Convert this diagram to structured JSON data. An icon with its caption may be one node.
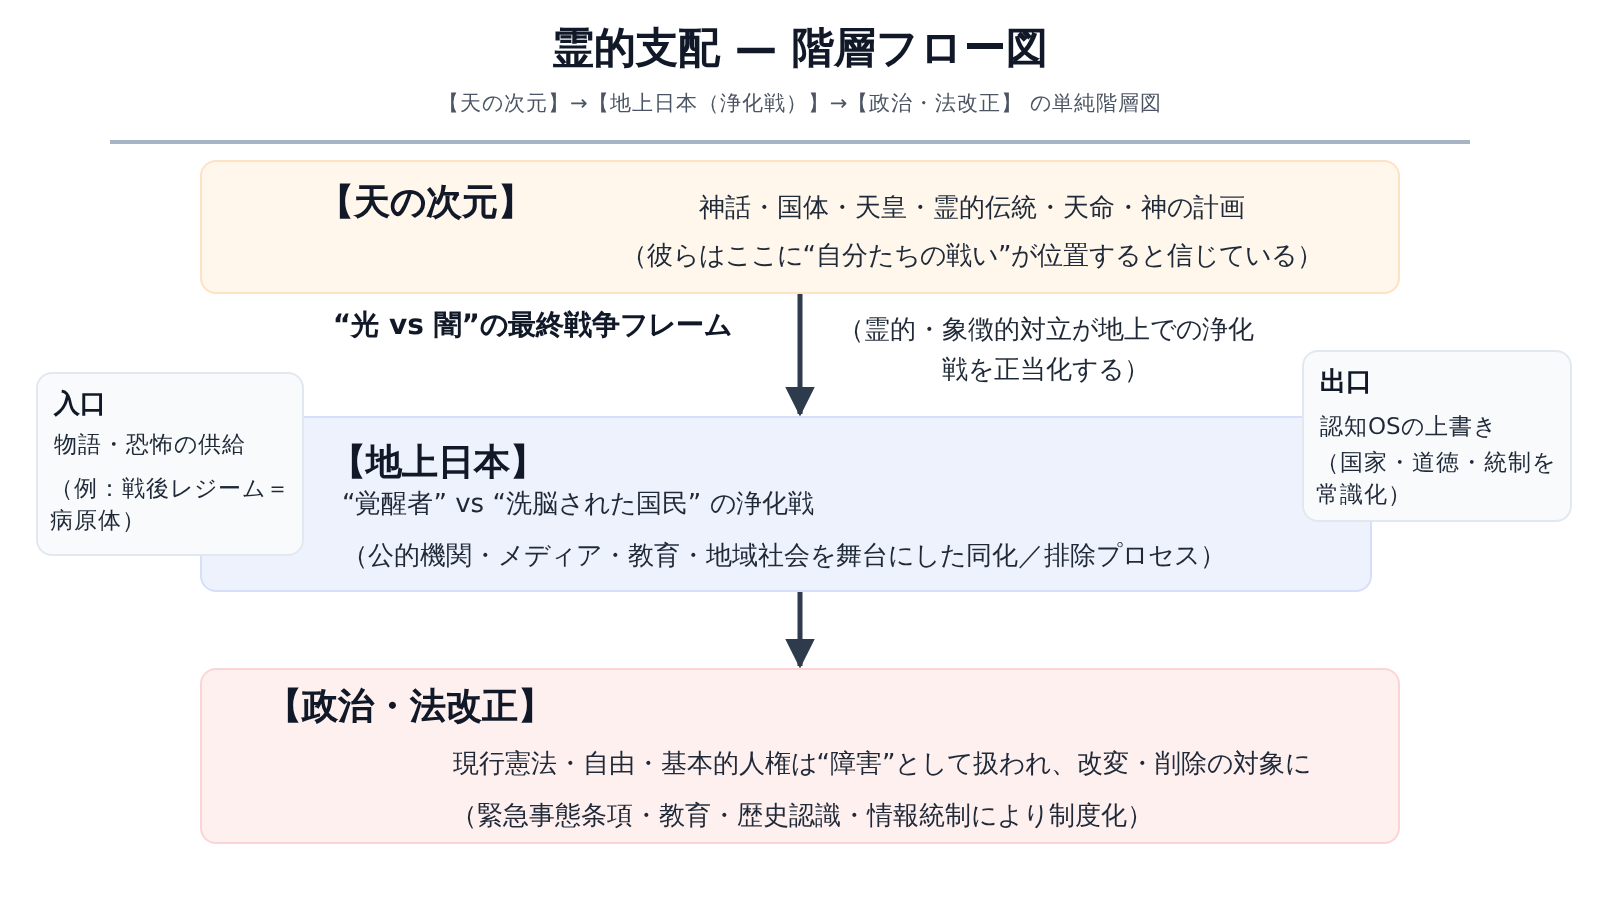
{
  "diagram": {
    "title": "霊的支配 — 階層フロー図",
    "caption": "【天の次元】→【地上日本（浄化戦）】→【政治・法改正】 の単純階層図",
    "nodes": [
      {
        "text": [
          "【天の次元】",
          "神話・国体・天皇・霊的伝統・天命・神の計画",
          "（彼らはここに“自分たちの戦い”が位置すると信じている）"
        ]
      },
      {
        "text": [
          "【地上日本】",
          "“覚醒者” vs “洗脳された国民” の浄化戦",
          "（公的機関・メディア・教育・地域社会を舞台にした同化／排除プロセス）"
        ]
      },
      {
        "text": [
          "【政治・法改正】",
          "現行憲法・自由・基本的人権は“障害”として扱われ、改変・削除の対象に",
          "（緊急事態条項・教育・歴史認識・情報統制により制度化）"
        ]
      },
      {
        "text": [
          "入口",
          "物語・恐怖の供給",
          "（例：戦後レジーム＝病原体）"
        ]
      },
      {
        "text": [
          "出口",
          "認知OSの上書き",
          "（国家・道徳・統制を常識化）"
        ]
      }
    ],
    "edges": [
      {
        "from": 0,
        "to": 1,
        "arrow": "to",
        "label": "“光 vs 闇”の最終戦争フレーム"
      },
      {
        "from": 1,
        "to": 2,
        "arrow": "to"
      }
    ],
    "labels": [
      "（霊的・象徴的対立が地上での浄化戦を正当化する）"
    ]
  }
}
